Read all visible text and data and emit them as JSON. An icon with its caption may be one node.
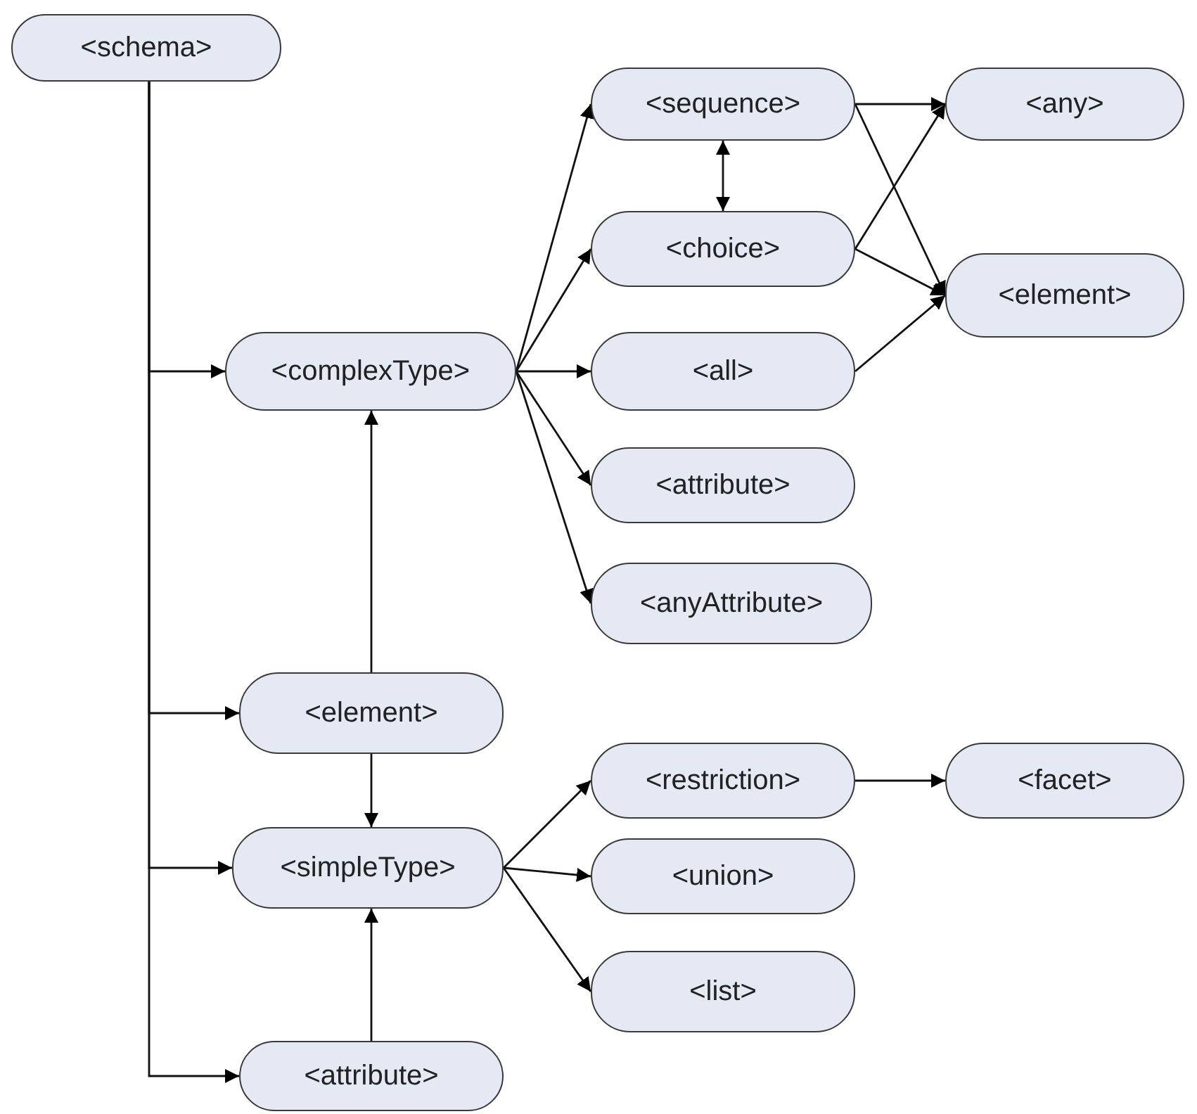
{
  "diagram": {
    "nodes": [
      {
        "text": [
          "<schema>"
        ]
      },
      {
        "text": [
          "<complexType>"
        ]
      },
      {
        "text": [
          "<sequence>"
        ]
      },
      {
        "text": [
          "<choice>"
        ]
      },
      {
        "text": [
          "<all>"
        ]
      },
      {
        "text": [
          "<attribute>"
        ]
      },
      {
        "text": [
          "<anyAttribute>"
        ]
      },
      {
        "text": [
          "<any>"
        ]
      },
      {
        "text": [
          "<element>"
        ]
      },
      {
        "text": [
          "<element>"
        ]
      },
      {
        "text": [
          "<restriction>"
        ]
      },
      {
        "text": [
          "<facet>"
        ]
      },
      {
        "text": [
          "<simpleType>"
        ]
      },
      {
        "text": [
          "<union>"
        ]
      },
      {
        "text": [
          "<list>"
        ]
      },
      {
        "text": [
          "<attribute>"
        ]
      }
    ],
    "edges": [
      {
        "from": 0,
        "to": 1,
        "arrow": "to"
      },
      {
        "from": 0,
        "to": 9,
        "arrow": "to"
      },
      {
        "from": 0,
        "to": 12,
        "arrow": "to"
      },
      {
        "from": 0,
        "to": 15,
        "arrow": "to"
      },
      {
        "from": 1,
        "to": 2,
        "arrow": "to"
      },
      {
        "from": 1,
        "to": 3,
        "arrow": "to"
      },
      {
        "from": 1,
        "to": 4,
        "arrow": "to"
      },
      {
        "from": 1,
        "to": 5,
        "arrow": "to"
      },
      {
        "from": 1,
        "to": 6,
        "arrow": "to"
      },
      {
        "from": 2,
        "to": 3,
        "arrow": "both"
      },
      {
        "from": 2,
        "to": 7,
        "arrow": "to"
      },
      {
        "from": 2,
        "to": 8,
        "arrow": "to"
      },
      {
        "from": 3,
        "to": 7,
        "arrow": "to"
      },
      {
        "from": 3,
        "to": 8,
        "arrow": "to"
      },
      {
        "from": 4,
        "to": 8,
        "arrow": "to"
      },
      {
        "from": 9,
        "to": 1,
        "arrow": "to"
      },
      {
        "from": 9,
        "to": 12,
        "arrow": "to"
      },
      {
        "from": 12,
        "to": 10,
        "arrow": "to"
      },
      {
        "from": 12,
        "to": 13,
        "arrow": "to"
      },
      {
        "from": 12,
        "to": 14,
        "arrow": "to"
      },
      {
        "from": 10,
        "to": 11,
        "arrow": "to"
      },
      {
        "from": 15,
        "to": 12,
        "arrow": "to"
      }
    ]
  }
}
